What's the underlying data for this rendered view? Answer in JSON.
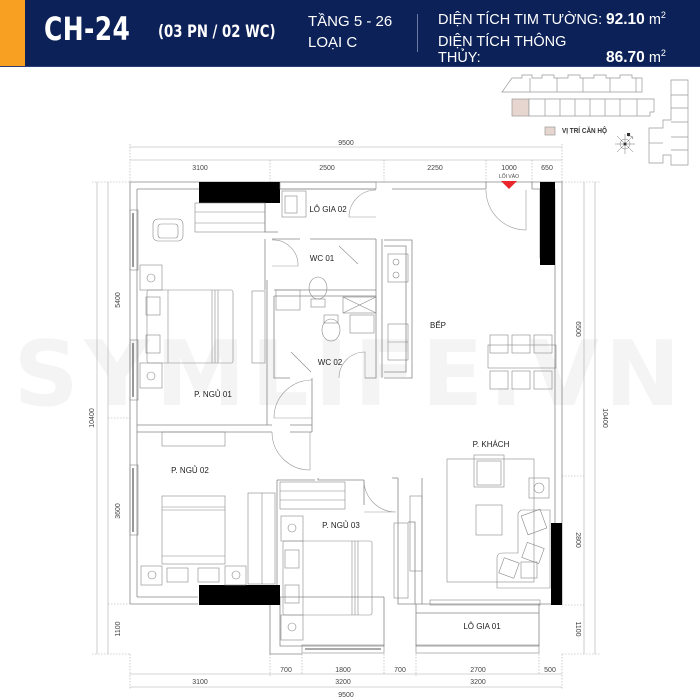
{
  "header": {
    "unit_code": "CH-24",
    "rooms_summary": "(03 PN / 02 WC)",
    "floors": "TẦNG 5 - 26",
    "type": "LOẠI C",
    "areas": [
      {
        "label": "DIỆN TÍCH TIM TƯỜNG:",
        "value": "92.10",
        "unit": "m",
        "sup": "2"
      },
      {
        "label": "DIỆN TÍCH THÔNG THỦY:",
        "value": "86.70",
        "unit": "m",
        "sup": "2"
      }
    ],
    "colors": {
      "background": "#0c2157",
      "accent": "#f7a021",
      "text": "#ffffff"
    }
  },
  "key_plan": {
    "legend_label": "VỊ TRÍ CĂN HỘ",
    "highlight_color": "#e6d6cf",
    "compass_icon": "compass-north-icon"
  },
  "watermark": "SYMLIFE.VN",
  "entrance": {
    "label": "LỐI VÀO",
    "marker_color": "#e8262b"
  },
  "rooms": [
    {
      "id": "lo-gia-02",
      "label": "LÔ GIA 02"
    },
    {
      "id": "wc-01",
      "label": "WC 01"
    },
    {
      "id": "wc-02",
      "label": "WC 02"
    },
    {
      "id": "bep",
      "label": "BẾP"
    },
    {
      "id": "p-ngu-01",
      "label": "P. NGỦ 01"
    },
    {
      "id": "p-ngu-02",
      "label": "P. NGỦ 02"
    },
    {
      "id": "p-ngu-03",
      "label": "P. NGỦ 03"
    },
    {
      "id": "p-khach",
      "label": "P. KHÁCH"
    },
    {
      "id": "lo-gia-01",
      "label": "LÔ GIA 01"
    }
  ],
  "dimensions": {
    "top_total": "9500",
    "top_segments": [
      "3100",
      "2500",
      "2250",
      "1000",
      "650"
    ],
    "bottom_segments": [
      "700",
      "1800",
      "700",
      "2700",
      "500"
    ],
    "bottom_groups": [
      "3100",
      "3200",
      "3200"
    ],
    "bottom_total": "9500",
    "left_total": "10400",
    "left_segments": [
      "5400",
      "3600",
      "1100"
    ],
    "right_total": "10400",
    "right_segments": [
      "6500",
      "2800",
      "1100"
    ]
  }
}
